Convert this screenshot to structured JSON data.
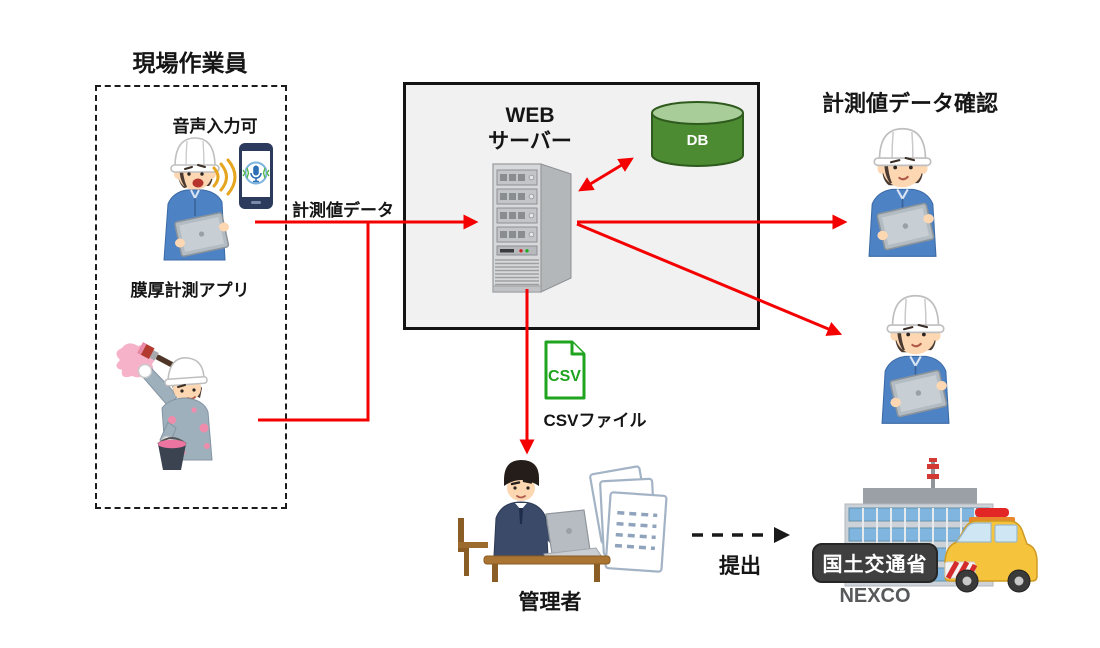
{
  "diagram": {
    "left_group": {
      "title": "現場作業員",
      "voice_note": "音声入力可",
      "app_label": "膜厚計測アプリ"
    },
    "flow": {
      "measurement_data": "計測値データ",
      "submit": "提出"
    },
    "server": {
      "line1": "WEB",
      "line2": "サーバー",
      "db_label": "DB"
    },
    "csv": {
      "icon_text": "CSV",
      "file_label": "CSVファイル"
    },
    "admin_label": "管理者",
    "right_group": {
      "title": "計測値データ確認"
    },
    "destination": {
      "sign": "国土交通省",
      "operator": "NEXCO"
    }
  },
  "icons": {
    "worker_with_tablet": "construction worker holding tablet",
    "painter_worker": "painter with brush and paint bucket",
    "smartphone_voice": "smartphone with microphone voice input",
    "web_server_tower": "server tower",
    "database_cylinder": "green database cylinder",
    "csv_document": "green CSV file document",
    "admin_at_desk": "administrator working on laptop at desk",
    "document_stack": "stack of report documents",
    "government_building": "government office building with antenna",
    "patrol_car": "yellow highway patrol car"
  },
  "colors": {
    "arrow_red": "#F40000",
    "csv_green": "#1EA41E",
    "db_green": "#4D8B33",
    "server_box_bg": "#F1F1F2",
    "sign_bg": "#3F3F3F",
    "uniform_blue": "#4D82C4"
  }
}
